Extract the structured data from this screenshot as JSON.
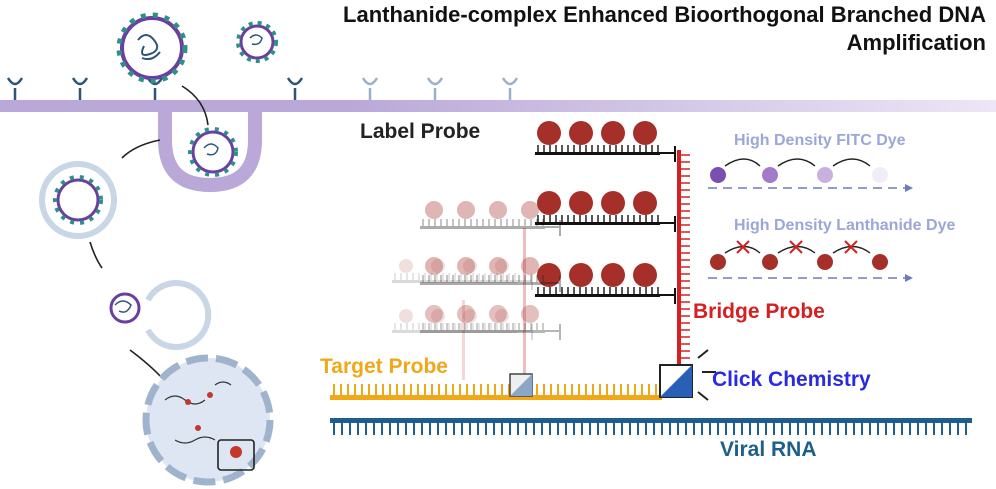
{
  "title": {
    "line1": "Lanthanide-complex Enhanced Bioorthogonal Branched DNA",
    "line2": "Amplification"
  },
  "labels": {
    "label_probe": "Label Probe",
    "fitc": "High Density FITC Dye",
    "lanthanide": "High Density Lanthanide Dye",
    "bridge_probe": "Bridge Probe",
    "target_probe": "Target Probe",
    "click_chemistry": "Click Chemistry",
    "viral_rna": "Viral RNA"
  },
  "colors": {
    "title": "#111111",
    "label_probe": "#222222",
    "fitc_text": "#9aa7d8",
    "lanthanide_text": "#9aa7d8",
    "bridge_probe": "#d42020",
    "target_probe": "#f0a818",
    "click_chemistry": "#2a2ae0",
    "viral_rna": "#1d5f8a",
    "membrane": "#b9a8d8",
    "virus": "#2f8f8a",
    "bead": "#a5302a"
  }
}
